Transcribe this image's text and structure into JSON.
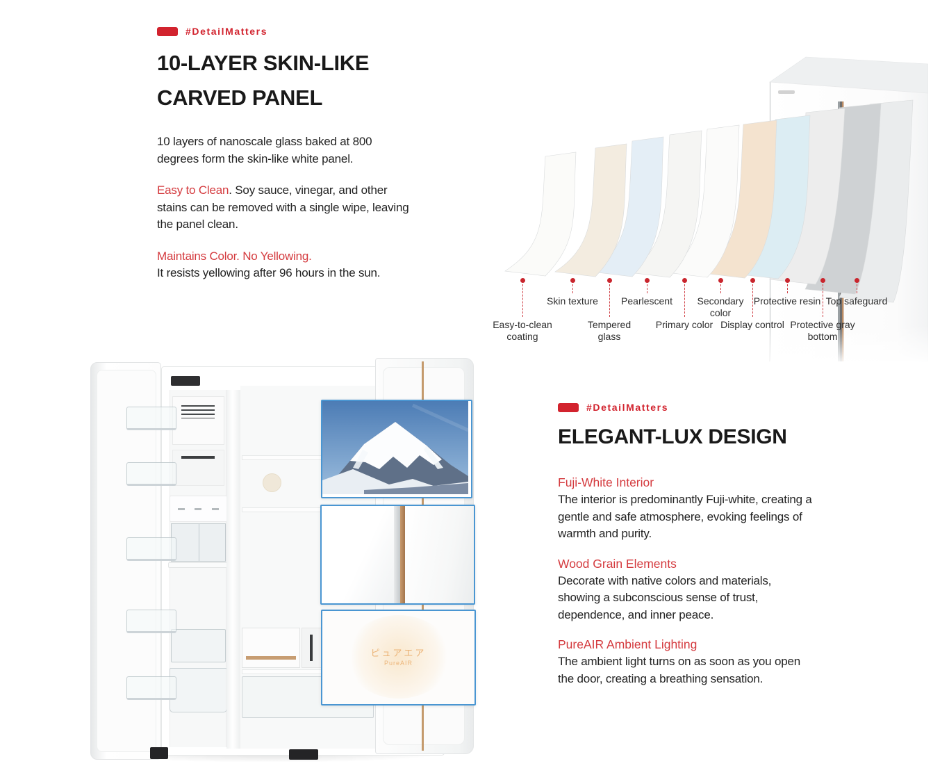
{
  "colors": {
    "accent_red": "#d2232e",
    "text_red": "#d43a3e",
    "heading": "#191919",
    "body_text": "#232323",
    "callout_border": "#4a96d2",
    "wood_accent": "#c49a6c"
  },
  "carved_panel": {
    "tag": "#DetailMatters",
    "title_line1": "10-LAYER SKIN-LIKE",
    "title_line2": "CARVED PANEL",
    "intro": "10 layers of nanoscale glass baked at 800 degrees form the skin-like white panel.",
    "feature1_highlight": "Easy to Clean",
    "feature1_rest": ". Soy sauce, vinegar, and other stains can be removed with a single wipe, leaving the panel clean.",
    "feature2_highlight": "Maintains Color. No Yellowing.",
    "feature2_body": "It resists yellowing after 96 hours in the sun."
  },
  "layer_diagram": {
    "layers": [
      {
        "label": "Easy-to-clean coating",
        "tint": "#fbfbf9"
      },
      {
        "label": "Skin texture",
        "tint": "#f3ece0"
      },
      {
        "label": "Tempered glass",
        "tint": "#e4eef6"
      },
      {
        "label": "Pearlescent",
        "tint": "#f5f5f3"
      },
      {
        "label": "Primary color",
        "tint": "#fbfbfa"
      },
      {
        "label": "Secondary color",
        "tint": "#f4e3cf"
      },
      {
        "label": "Display control",
        "tint": "#dcedf3"
      },
      {
        "label": "Protective resin",
        "tint": "#ededed"
      },
      {
        "label": "Protective gray bottom",
        "tint": "#cfd2d4"
      },
      {
        "label": "Top safeguard",
        "tint": "#eaeced"
      }
    ]
  },
  "elegant_lux": {
    "tag": "#DetailMatters",
    "title": "ELEGANT-LUX DESIGN",
    "features": [
      {
        "heading": "Fuji-White Interior",
        "body": "The interior is predominantly Fuji-white, creating a gentle and safe atmosphere, evoking feelings of warmth and purity."
      },
      {
        "heading": "Wood Grain Elements",
        "body": "Decorate with native colors and materials, showing a subconscious sense of trust, dependence, and inner peace."
      },
      {
        "heading": "PureAIR Ambient Lighting",
        "body": "The ambient light turns on as soon as you open the door, creating a breathing sensation."
      }
    ]
  },
  "callouts": {
    "ambient_label_jp": "ピュアエア",
    "ambient_label_en": "PureAIR"
  }
}
